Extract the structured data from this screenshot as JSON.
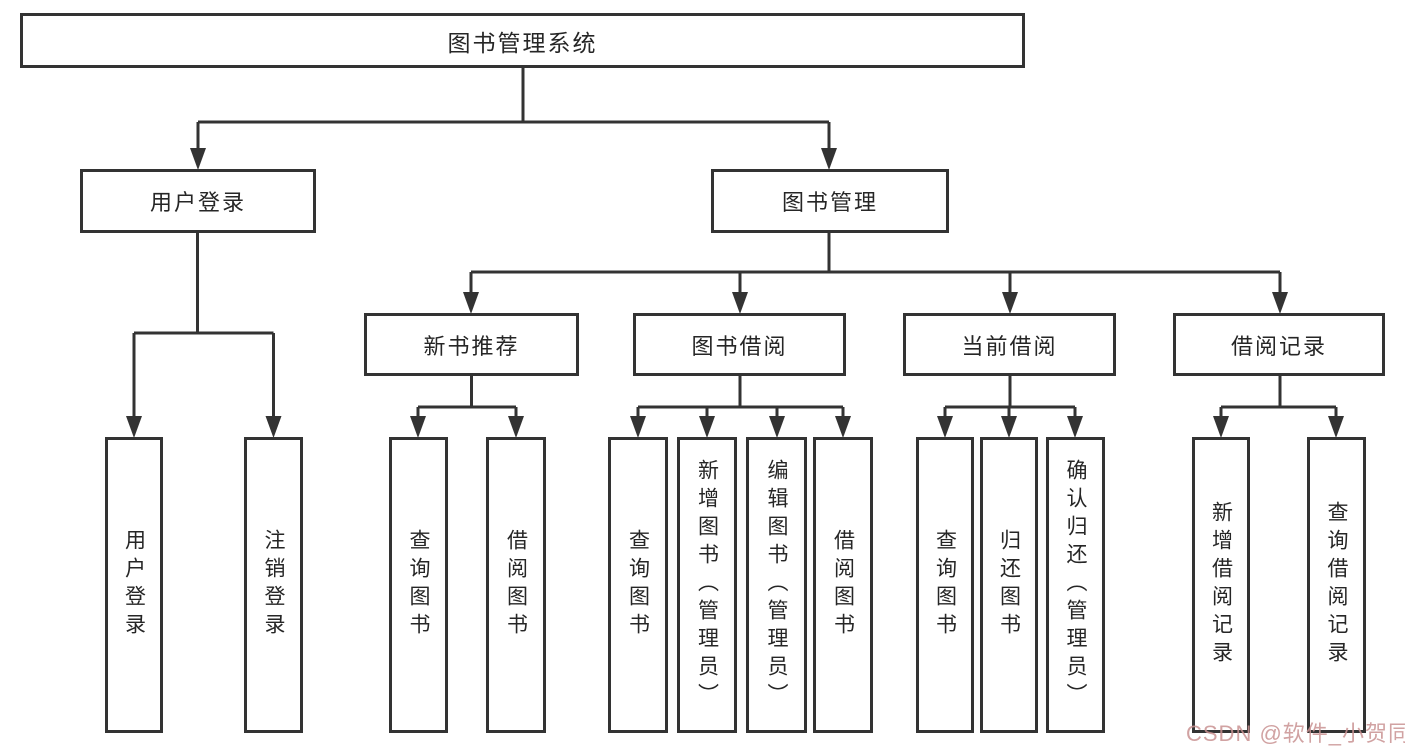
{
  "diagram": {
    "root": {
      "label": "图书管理系统"
    },
    "branches": [
      {
        "label": "用户登录",
        "children": [
          {
            "label": "用户登录"
          },
          {
            "label": "注销登录"
          }
        ]
      },
      {
        "label": "图书管理",
        "children": [
          {
            "label": "新书推荐",
            "children": [
              {
                "label": "查询图书"
              },
              {
                "label": "借阅图书"
              }
            ]
          },
          {
            "label": "图书借阅",
            "children": [
              {
                "label": "查询图书"
              },
              {
                "label": "新增图书（管理员）"
              },
              {
                "label": "编辑图书（管理员）"
              },
              {
                "label": "借阅图书"
              }
            ]
          },
          {
            "label": "当前借阅",
            "children": [
              {
                "label": "查询图书"
              },
              {
                "label": "归还图书"
              },
              {
                "label": "确认归还（管理员）"
              }
            ]
          },
          {
            "label": "借阅记录",
            "children": [
              {
                "label": "新增借阅记录"
              },
              {
                "label": "查询借阅记录"
              }
            ]
          }
        ]
      }
    ]
  },
  "watermark": {
    "text": "CSDN @软件_小贺同学"
  },
  "colors": {
    "line": "#333333",
    "box_border": "#333333",
    "box_fill": "#ffffff",
    "text": "#262626",
    "background": "#ffffff",
    "watermark": "#c99292"
  }
}
